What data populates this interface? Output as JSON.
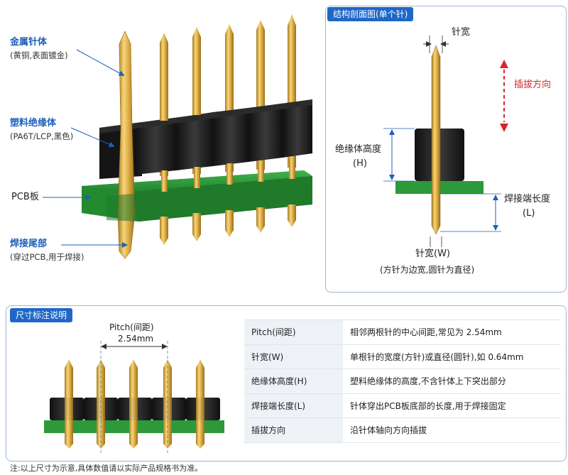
{
  "left_labels": {
    "metal_pin": "金属针体",
    "metal_pin_sub": "(黄铜,表面镀金)",
    "insulator": "塑料绝缘体",
    "insulator_sub": "(PA6T/LCP,黑色)",
    "pcb": "PCB板",
    "solder_tail": "焊接尾部",
    "solder_tail_sub": "(穿过PCB,用于焊接)"
  },
  "section": {
    "title": "结构剖面图(单个针)",
    "pin_width_top": "针宽",
    "insert_direction": "插拔方向",
    "insulator_height": "绝缘体高度",
    "insulator_height_sym": "(H)",
    "solder_length": "焊接端长度",
    "solder_length_sym": "(L)",
    "pin_width_bottom": "针宽(W)",
    "pin_width_note": "(方针为边宽,圆针为直径)"
  },
  "dims_panel": {
    "title": "尺寸标注说明",
    "pitch_label": "Pitch(间距)",
    "pitch_value": "2.54mm",
    "table": [
      {
        "key": "Pitch(间距)",
        "value": "相邻两根针的中心间距,常见为 2.54mm"
      },
      {
        "key": "针宽(W)",
        "value": "单根针的宽度(方针)或直径(圆针),如 0.64mm"
      },
      {
        "key": "绝缘体高度(H)",
        "value": "塑料绝缘体的高度,不含针体上下突出部分"
      },
      {
        "key": "焊接端长度(L)",
        "value": "针体穿出PCB板底部的长度,用于焊接固定"
      },
      {
        "key": "插拔方向",
        "value": "沿针体轴向方向插拔"
      }
    ]
  },
  "footnote": "注:以上尺寸为示意,具体数值请以实际产品规格书为准。",
  "colors": {
    "accent_blue": "#1f67c6",
    "gold": "#d9a938",
    "pcb_green": "#2c9a3a",
    "insulator_black": "#1b1b1b",
    "direction_red": "#d8252c"
  }
}
